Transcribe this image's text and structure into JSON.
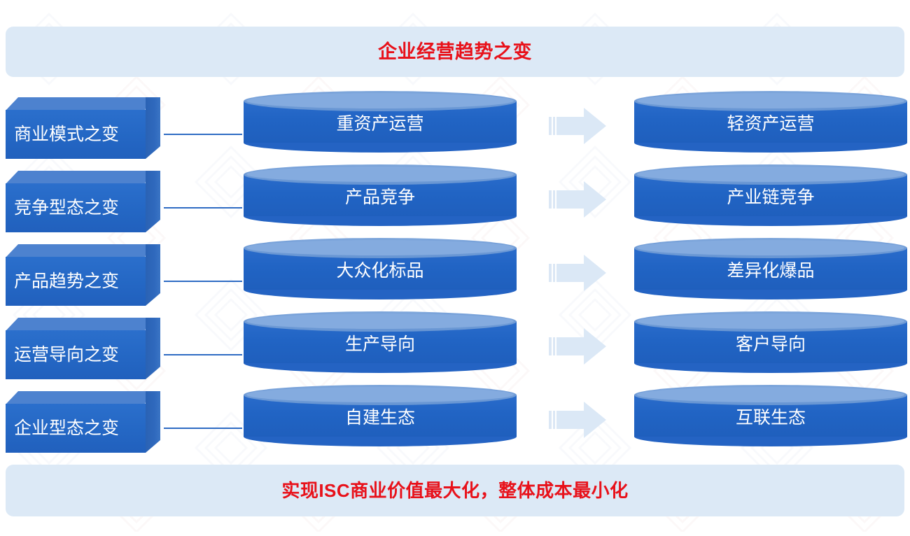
{
  "header": {
    "title": "企业经营趋势之变"
  },
  "footer": {
    "title": "实现ISC商业价值最大化，整体成本最小化"
  },
  "colors": {
    "banner_background": "#dce9f6",
    "banner_text": "#e8111a",
    "box_front": "#2467c4",
    "box_top": "#4d82cf",
    "cylinder_body": "#2164c4",
    "cylinder_top": "#6f9bd6",
    "arrow": "#dbe8f6",
    "connector_line": "#2f6cc4",
    "label_text": "#ffffff"
  },
  "rows": [
    {
      "label": "商业模式之变",
      "from": "重资产运营",
      "to": "轻资产运营",
      "arrow": "arrow-right-icon"
    },
    {
      "label": "竞争型态之变",
      "from": "产品竞争",
      "to": "产业链竞争",
      "arrow": "arrow-right-icon"
    },
    {
      "label": "产品趋势之变",
      "from": "大众化标品",
      "to": "差异化爆品",
      "arrow": "arrow-right-icon"
    },
    {
      "label": "运营导向之变",
      "from": "生产导向",
      "to": "客户导向",
      "arrow": "arrow-right-icon"
    },
    {
      "label": "企业型态之变",
      "from": "自建生态",
      "to": "互联生态",
      "arrow": "arrow-right-icon"
    }
  ]
}
